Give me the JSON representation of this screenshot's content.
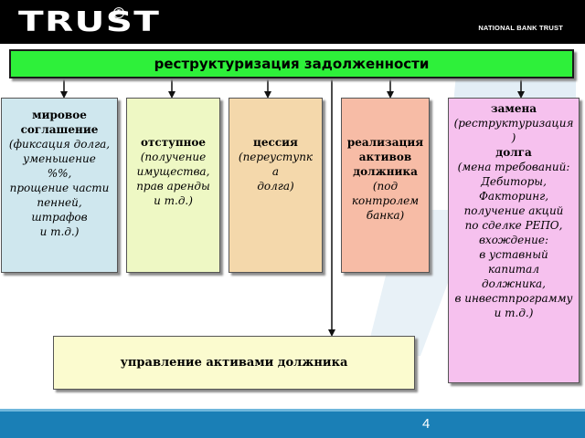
{
  "header": {
    "logo_text": "TRUST",
    "logo_mark": "®",
    "bank_name": "NATIONAL BANK TRUST"
  },
  "diagram": {
    "top": "реструктуризация задолженности",
    "boxes": [
      {
        "title_lines": [
          "мировое",
          "соглашение"
        ],
        "detail_lines": [
          "(фиксация долга,",
          "уменьшение",
          "%%,",
          "прощение части",
          "пенней,",
          "штрафов",
          "и т.д.)"
        ]
      },
      {
        "title_lines": [
          "отступное"
        ],
        "detail_lines": [
          "(получение",
          "имущества,",
          "прав аренды",
          "и т.д.)"
        ]
      },
      {
        "title_lines": [
          "цессия"
        ],
        "detail_lines": [
          "(переуступк",
          "а",
          "долга)"
        ]
      },
      {
        "title_lines": [
          "реализация",
          "активов",
          "должника"
        ],
        "detail_lines": [
          "(под",
          "контролем",
          "банка)"
        ]
      },
      {
        "title_lines": [
          "замена"
        ],
        "detail_lines": [
          "(реструктуризация",
          ")"
        ],
        "title2_lines": [
          "долга"
        ],
        "detail2_lines": [
          "(мена требований:",
          "Дебиторы,",
          "Факторинг,",
          "получение акций",
          "по сделке РЕПО,",
          "вхождение:",
          "в уставный",
          "капитал",
          "должника,",
          "в инвестпрограмму",
          "и т.д.)"
        ]
      }
    ],
    "bottom": "управление активами должника"
  },
  "footer": {
    "page_number": "4"
  },
  "colors": {
    "header_bg": "#000000",
    "top_bar": "#2ef03a",
    "box1": "#cfe7ee",
    "box2": "#eef8c4",
    "box3": "#f4d8ab",
    "box4": "#f7bca6",
    "box5": "#f6c1ee",
    "bottom_box": "#fbfbcf",
    "footer_bg": "#1a7fb6"
  }
}
